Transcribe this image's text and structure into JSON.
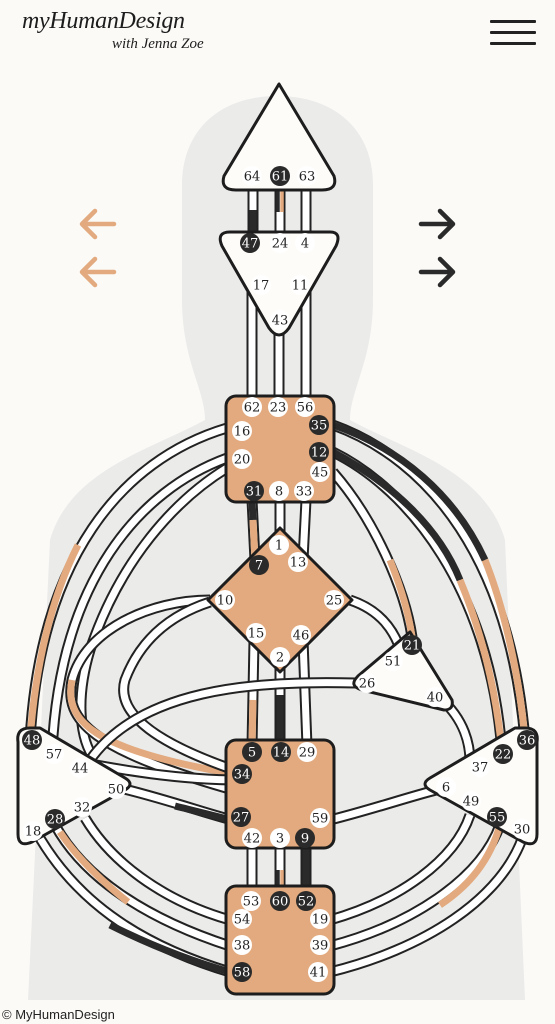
{
  "header": {
    "logo_main": "myHumanDesign",
    "logo_sub": "with Jenna Zoe",
    "menu_icon": "hamburger-menu-icon"
  },
  "footer": {
    "copyright": "© MyHumanDesign"
  },
  "colors": {
    "tan": "#e2aa7e",
    "dark": "#2a2a2a",
    "white": "#ffffff",
    "silhouette": "#ebebea",
    "background": "#fbfaf7"
  },
  "arrows": {
    "left": [
      "arrow-left-icon",
      "arrow-left-icon"
    ],
    "right": [
      "arrow-right-icon",
      "arrow-right-icon"
    ]
  },
  "centers": [
    {
      "name": "head",
      "defined": false
    },
    {
      "name": "ajna",
      "defined": false
    },
    {
      "name": "throat",
      "defined": true
    },
    {
      "name": "g",
      "defined": true
    },
    {
      "name": "heart",
      "defined": false
    },
    {
      "name": "spleen",
      "defined": false
    },
    {
      "name": "solar-plexus",
      "defined": false
    },
    {
      "name": "sacral",
      "defined": true
    },
    {
      "name": "root",
      "defined": true
    }
  ],
  "gates": [
    {
      "n": "64",
      "dark": false
    },
    {
      "n": "61",
      "dark": true
    },
    {
      "n": "63",
      "dark": false
    },
    {
      "n": "47",
      "dark": true
    },
    {
      "n": "24",
      "dark": false
    },
    {
      "n": "4",
      "dark": false
    },
    {
      "n": "17",
      "dark": false
    },
    {
      "n": "11",
      "dark": false
    },
    {
      "n": "43",
      "dark": false
    },
    {
      "n": "62",
      "dark": false
    },
    {
      "n": "23",
      "dark": false
    },
    {
      "n": "56",
      "dark": false
    },
    {
      "n": "16",
      "dark": false
    },
    {
      "n": "35",
      "dark": true
    },
    {
      "n": "20",
      "dark": false
    },
    {
      "n": "12",
      "dark": true
    },
    {
      "n": "45",
      "dark": false
    },
    {
      "n": "31",
      "dark": true
    },
    {
      "n": "8",
      "dark": false
    },
    {
      "n": "33",
      "dark": false
    },
    {
      "n": "1",
      "dark": false
    },
    {
      "n": "7",
      "dark": true
    },
    {
      "n": "13",
      "dark": false
    },
    {
      "n": "10",
      "dark": false
    },
    {
      "n": "25",
      "dark": false
    },
    {
      "n": "15",
      "dark": false
    },
    {
      "n": "46",
      "dark": false
    },
    {
      "n": "2",
      "dark": false
    },
    {
      "n": "21",
      "dark": true
    },
    {
      "n": "51",
      "dark": false
    },
    {
      "n": "26",
      "dark": false
    },
    {
      "n": "40",
      "dark": false
    },
    {
      "n": "48",
      "dark": true
    },
    {
      "n": "57",
      "dark": false
    },
    {
      "n": "44",
      "dark": false
    },
    {
      "n": "50",
      "dark": false
    },
    {
      "n": "32",
      "dark": false
    },
    {
      "n": "28",
      "dark": true
    },
    {
      "n": "18",
      "dark": false
    },
    {
      "n": "36",
      "dark": true
    },
    {
      "n": "22",
      "dark": true
    },
    {
      "n": "37",
      "dark": false
    },
    {
      "n": "6",
      "dark": false
    },
    {
      "n": "49",
      "dark": false
    },
    {
      "n": "55",
      "dark": true
    },
    {
      "n": "30",
      "dark": false
    },
    {
      "n": "5",
      "dark": true
    },
    {
      "n": "14",
      "dark": true
    },
    {
      "n": "29",
      "dark": false
    },
    {
      "n": "34",
      "dark": true
    },
    {
      "n": "27",
      "dark": true
    },
    {
      "n": "59",
      "dark": false
    },
    {
      "n": "42",
      "dark": false
    },
    {
      "n": "3",
      "dark": false
    },
    {
      "n": "9",
      "dark": true
    },
    {
      "n": "53",
      "dark": false
    },
    {
      "n": "60",
      "dark": true
    },
    {
      "n": "52",
      "dark": true
    },
    {
      "n": "54",
      "dark": false
    },
    {
      "n": "19",
      "dark": false
    },
    {
      "n": "38",
      "dark": false
    },
    {
      "n": "39",
      "dark": false
    },
    {
      "n": "58",
      "dark": true
    },
    {
      "n": "41",
      "dark": false
    }
  ]
}
